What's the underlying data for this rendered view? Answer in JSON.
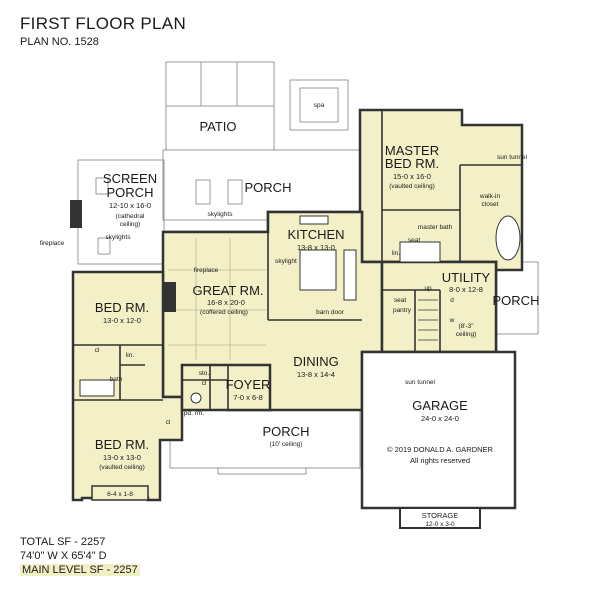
{
  "header": {
    "title": "FIRST FLOOR PLAN",
    "plan_no": "PLAN NO. 1528"
  },
  "footer": {
    "total_sf": "TOTAL SF - 2257",
    "dimensions": "74'0\" W X 65'4\" D",
    "main_level_sf": "MAIN LEVEL SF - 2257"
  },
  "copyright": {
    "line1": "© 2019 DONALD A. GARDNER",
    "line2": "All rights reserved"
  },
  "colors": {
    "heated_fill": "#f3f0c8",
    "wall": "#333333",
    "outdoor_line": "#9a9a9a"
  },
  "labels": {
    "patio": "PATIO",
    "spa": "spa",
    "screen_porch": {
      "name1": "SCREEN",
      "name2": "PORCH",
      "dims": "12-10 x 16-0",
      "note1": "(cathedral",
      "note2": "ceiling)"
    },
    "skylights_sp": "skylights",
    "fireplace_sp": "fireplace",
    "porch_rear": "PORCH",
    "skylights_rear": "skylights",
    "master": {
      "name1": "MASTER",
      "name2": "BED RM.",
      "dims": "15-0 x 16-0",
      "note": "(vaulted ceiling)"
    },
    "sun_tunnel_1": "sun tunnel",
    "walk_in_closet1": "walk-in",
    "walk_in_closet2": "closet",
    "master_bath": "master bath",
    "seat_bath": "seat",
    "lin_bath": "lin.",
    "kitchen": {
      "name": "KITCHEN",
      "dims": "13-8 x 13-0"
    },
    "skylight_kitchen": "skylight",
    "great": {
      "name": "GREAT RM.",
      "dims": "16-8 x 20-0",
      "note": "(coffered ceiling)"
    },
    "fireplace_great": "fireplace",
    "barn_door": "barn door",
    "dining": {
      "name": "DINING",
      "dims": "13-8 x 14-4"
    },
    "utility": {
      "name": "UTILITY",
      "dims": "8-0 x 12-8"
    },
    "up": "up",
    "d": "d",
    "w": "w",
    "utility_ceiling1": "(8'-3\"",
    "utility_ceiling2": "ceiling)",
    "seat_mud": "seat",
    "pantry": "pantry",
    "porch_side": "PORCH",
    "sun_tunnel_2": "sun tunnel",
    "bed1": {
      "name": "BED RM.",
      "dims": "13-0 x 12-0"
    },
    "cl_1": "cl",
    "lin_hall": "lin.",
    "bath": "bath",
    "sto": "sto.",
    "cl_foyer": "cl",
    "foyer": {
      "name": "FOYER",
      "dims": "7-0 x 6-8"
    },
    "pd_rm": "pd. rm.",
    "cl_2": "cl",
    "bed2": {
      "name": "BED RM.",
      "dims": "13-0 x 13-0",
      "note": "(vaulted ceiling)"
    },
    "bed2_bay": "6-4 x 1-8",
    "porch_front": {
      "name": "PORCH",
      "note": "(10' ceiling)"
    },
    "garage": {
      "name": "GARAGE",
      "dims": "24-0 x 24-0"
    },
    "storage": {
      "name": "STORAGE",
      "dims": "12-0 x 3-0"
    }
  }
}
